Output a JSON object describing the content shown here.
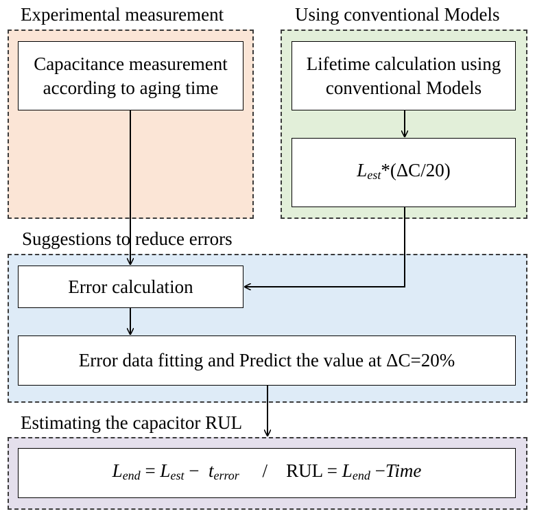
{
  "regions": {
    "experimental": {
      "title": "Experimental measurement",
      "color": "#fbe5d6"
    },
    "conventional": {
      "title": "Using conventional Models",
      "color": "#e2efd9"
    },
    "suggestions": {
      "title": "Suggestions to reduce errors",
      "color": "#deebf7"
    },
    "estimating": {
      "title": "Estimating the capacitor RUL",
      "color": "#e4dfec"
    }
  },
  "boxes": {
    "capacitance": {
      "line1": "Capacitance measurement",
      "line2": "according to aging time"
    },
    "lifetime": {
      "line1": "Lifetime calculation using",
      "line2": "conventional Models"
    },
    "lest_formula": {
      "L": "L",
      "sub": "est",
      "rest": "*(ΔC/20)"
    },
    "error_calc": {
      "label": "Error calculation"
    },
    "error_fit": {
      "label": "Error data fitting and Predict the value at ΔC=20%"
    },
    "rul_formula": {
      "L1": "L",
      "sub1": "end",
      "eq1": "=",
      "L2": "L",
      "sub2": "est",
      "minus1": "−",
      "t": "t",
      "sub3": "error",
      "slash": "/",
      "rul": "RUL =",
      "L3": "L",
      "sub4": "end",
      "minus2": "−",
      "time": "Time"
    }
  }
}
